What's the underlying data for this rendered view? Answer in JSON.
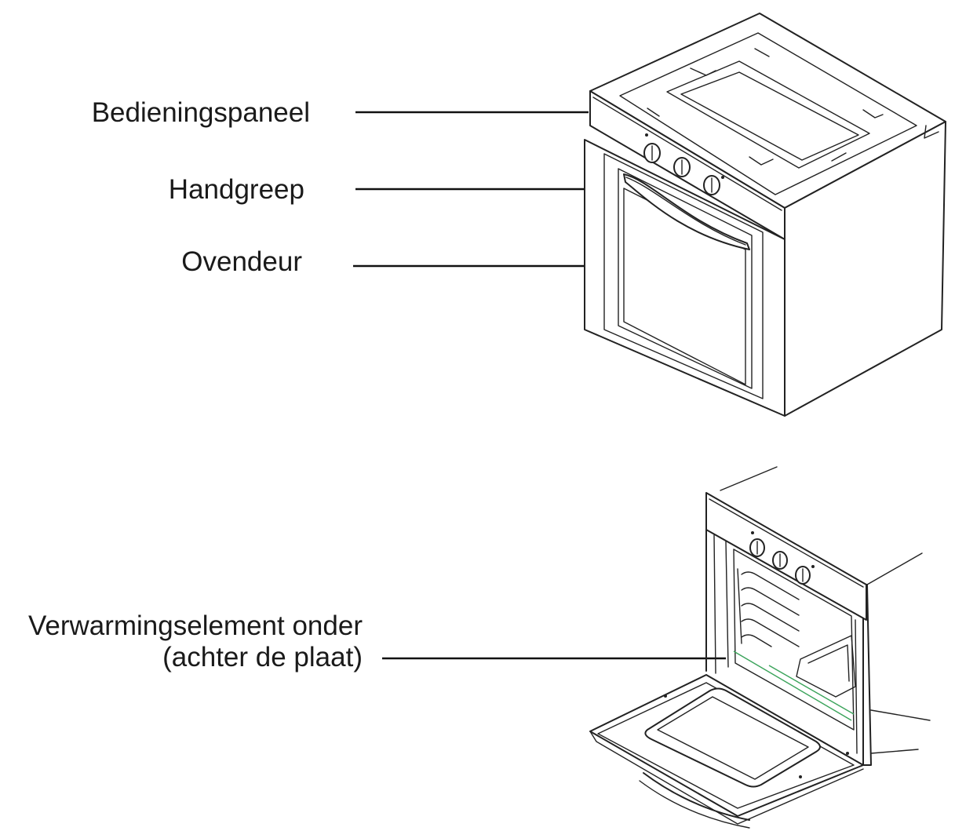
{
  "labels": {
    "panel": "Bedieningspaneel",
    "handle": "Handgreep",
    "door": "Ovendeur",
    "heating_line1": "Verwarmingselement onder",
    "heating_line2": "(achter de plaat)"
  },
  "colors": {
    "line": "#222222",
    "background": "#ffffff",
    "accent_tray": "#3aa35a"
  }
}
